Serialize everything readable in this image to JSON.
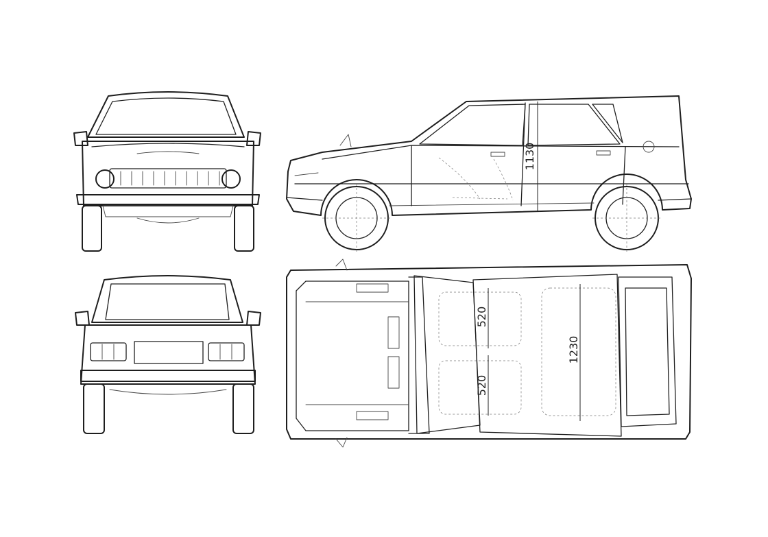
{
  "dimensions": {
    "side_height": "1130",
    "top_front_seat_width": "520",
    "top_rear_seat_width": "520",
    "top_interior_length": "1230"
  }
}
